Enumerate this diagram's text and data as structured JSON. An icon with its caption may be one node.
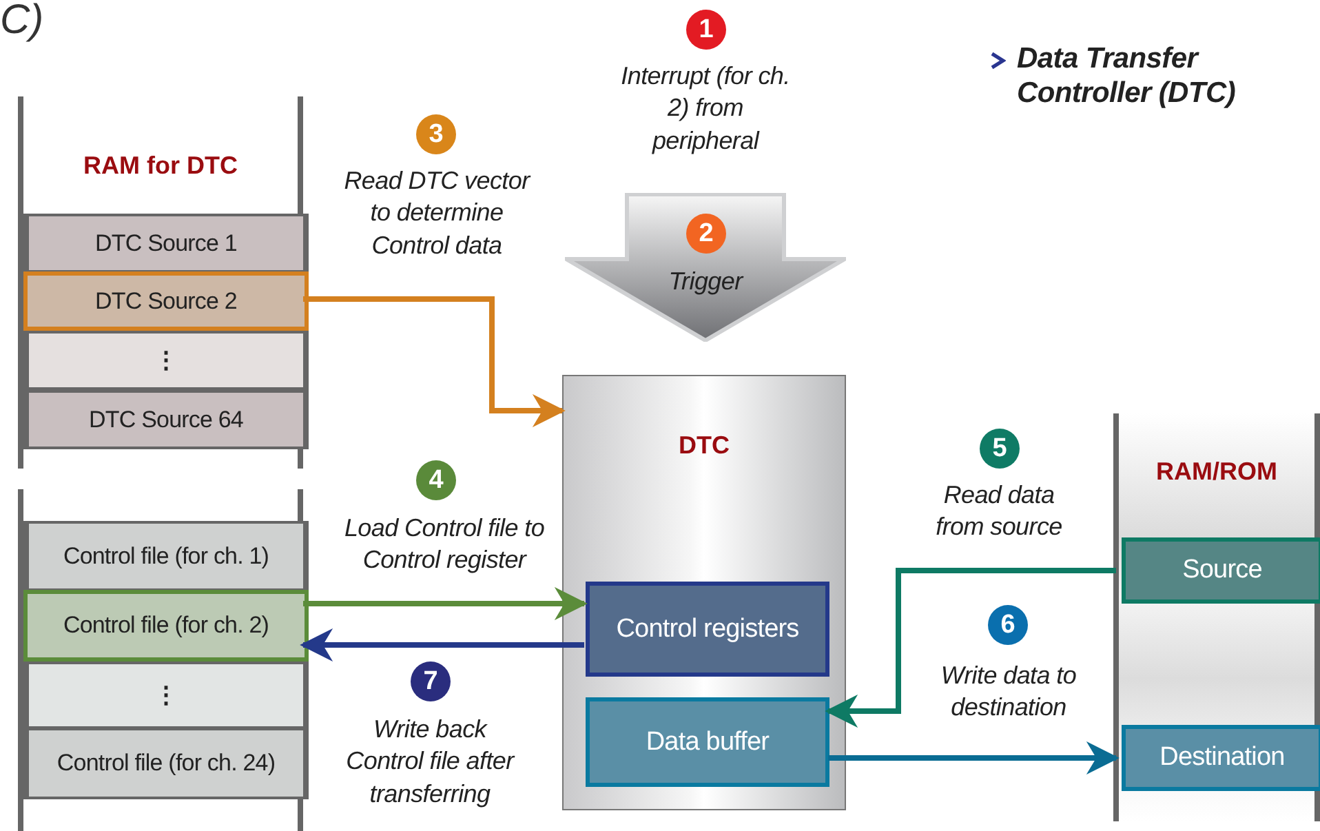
{
  "diagram": {
    "title": "Data Transfer Controller (DTC)",
    "nodes": [
      {
        "text": [
          "RAM for DTC"
        ]
      },
      {
        "text": [
          "DTC Source 1"
        ],
        "in": 0
      },
      {
        "text": [
          "DTC Source 2"
        ],
        "in": 0
      },
      {
        "text": [
          "⋮"
        ],
        "in": 0
      },
      {
        "text": [
          "DTC Source 64"
        ],
        "in": 0
      },
      {
        "text": [],
        "shape": "box"
      },
      {
        "text": [
          "Control file (for ch. 1)"
        ],
        "in": 5
      },
      {
        "text": [
          "Control file (for ch. 2)"
        ],
        "in": 5
      },
      {
        "text": [
          "⋮"
        ],
        "in": 5
      },
      {
        "text": [
          "Control file (for ch. 24)"
        ],
        "in": 5
      },
      {
        "text": [
          "2",
          "Trigger"
        ],
        "beside": [
          "1",
          "Interrupt (for ch. 2) from peripheral"
        ]
      },
      {
        "text": [
          "DTC"
        ]
      },
      {
        "text": [
          "Control registers"
        ],
        "in": 11
      },
      {
        "text": [
          "Data buffer"
        ],
        "in": 11
      },
      {
        "text": [
          "RAM/ROM"
        ]
      },
      {
        "text": [
          "Source"
        ],
        "in": 14
      },
      {
        "text": [
          "Destination"
        ],
        "in": 14
      }
    ],
    "edges": [
      {
        "from": 2,
        "to": 11,
        "arrow": "to",
        "label": "Read DTC vector to determine Control data",
        "color": "#d4801f"
      },
      {
        "from": 7,
        "to": 12,
        "arrow": "to",
        "label": "Load Control file to Control register",
        "color": "#5b8c3a"
      },
      {
        "from": 12,
        "to": 7,
        "arrow": "to",
        "label": "Write back Control file after transferring",
        "color": "#24398a"
      },
      {
        "from": 15,
        "to": 13,
        "arrow": "to",
        "label": "Read data from source",
        "color": "#0e7a64"
      },
      {
        "from": 13,
        "to": 16,
        "arrow": "to",
        "label": "Write data to destination",
        "color": "#0a6c93"
      }
    ],
    "labels": [
      "C)",
      "3",
      "4",
      "7",
      "5",
      "6"
    ]
  }
}
